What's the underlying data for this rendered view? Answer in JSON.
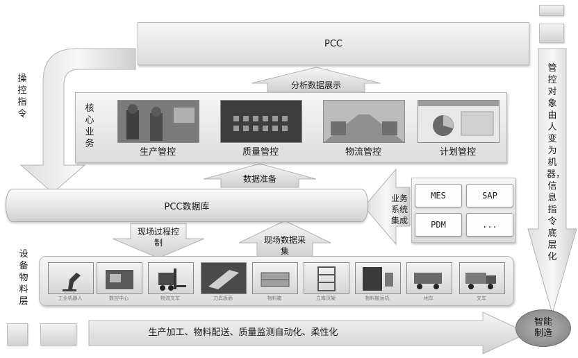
{
  "top_banner": {
    "label": "PCC"
  },
  "left_arrow": {
    "label": "操控指令"
  },
  "right_arrow": {
    "label": "管控对象由人变为机器，信息指令底层化"
  },
  "analysis_arrow": {
    "label": "分析数据展示"
  },
  "core": {
    "label": "核心业务",
    "items": [
      {
        "label": "生产管控"
      },
      {
        "label": "质量管控"
      },
      {
        "label": "物流管控"
      },
      {
        "label": "计划管控"
      }
    ]
  },
  "data_prep_arrow": {
    "label": "数据准备"
  },
  "database": {
    "label": "PCC数据库"
  },
  "integration_arrow": {
    "label": "业务系统集成"
  },
  "systems": {
    "items": [
      "MES",
      "SAP",
      "PDM",
      "..."
    ]
  },
  "field_control_arrow": {
    "label": "现场过程控制"
  },
  "field_collect_arrow": {
    "label": "现场数据采集"
  },
  "equipment": {
    "label": "设备物料层",
    "items": [
      {
        "label": "工业机器人"
      },
      {
        "label": "数控中心"
      },
      {
        "label": "物流叉车"
      },
      {
        "label": "刀具板面"
      },
      {
        "label": "物料箱"
      },
      {
        "label": "立库货架"
      },
      {
        "label": "物料搬运机"
      },
      {
        "label": "地车"
      },
      {
        "label": "叉车"
      }
    ]
  },
  "bottom_arrow": {
    "label": "生产加工、物料配送、质量监测自动化、柔性化"
  },
  "smart_circle": {
    "label": "智能制造"
  }
}
